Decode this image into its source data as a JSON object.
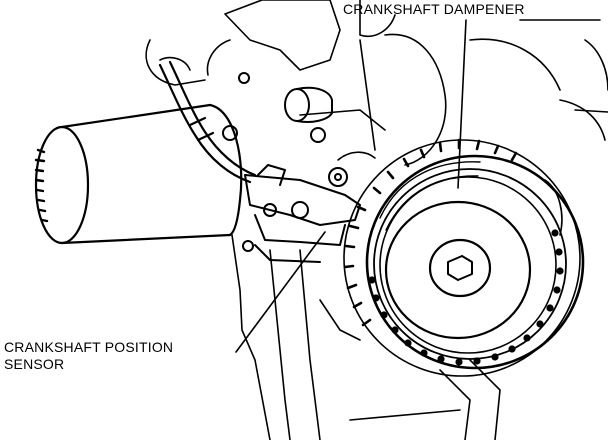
{
  "diagram": {
    "callouts": {
      "dampener": "CRANKSHAFT DAMPENER",
      "sensor_line1": "CRANKSHAFT POSITION",
      "sensor_line2": "SENSOR"
    }
  }
}
